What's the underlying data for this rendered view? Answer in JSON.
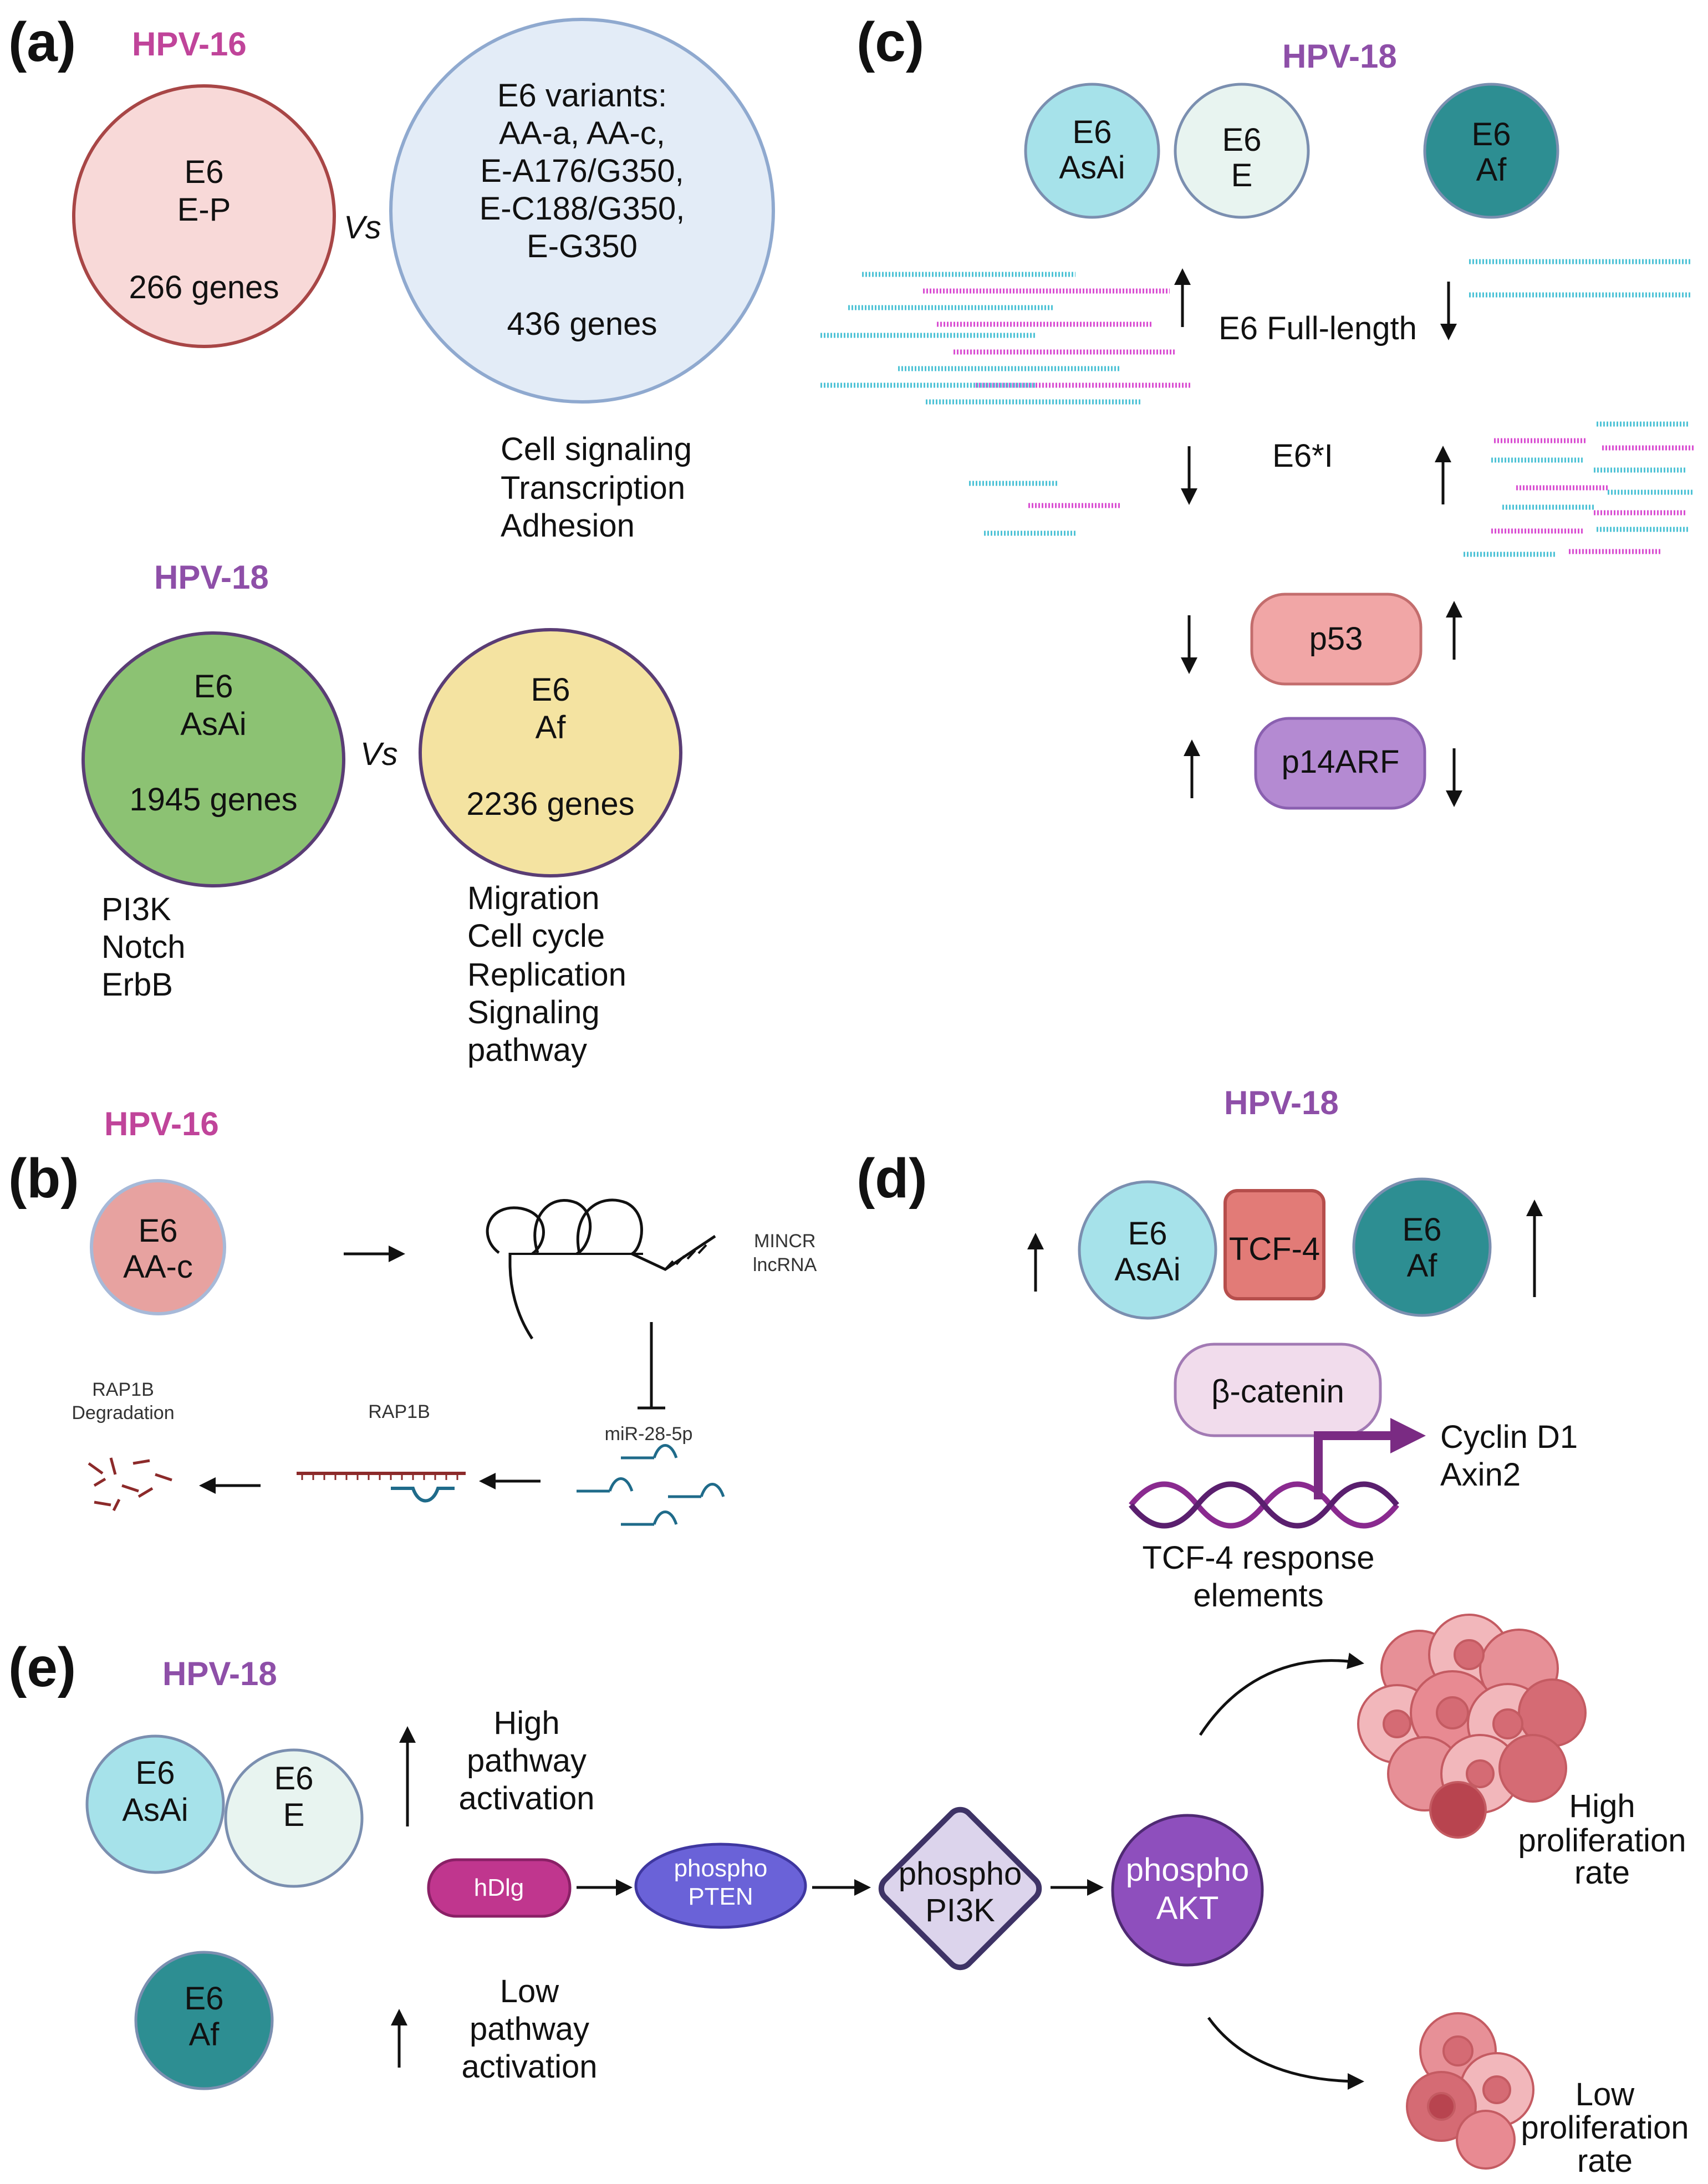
{
  "panels": {
    "a": {
      "label": "(a)",
      "hpv16": "HPV-16",
      "circle_ep": {
        "line1": "E6",
        "line2": "E-P",
        "genes": "266 genes"
      },
      "vs1": "Vs",
      "circle_variants": {
        "lines": [
          "E6 variants:",
          "AA-a, AA-c,",
          "E-A176/G350,",
          "E-C188/G350,",
          "E-G350"
        ],
        "genes": "436 genes"
      },
      "variants_terms": [
        "Cell signaling",
        "Transcription",
        "Adhesion"
      ],
      "hpv18": "HPV-18",
      "circle_asai": {
        "line1": "E6",
        "line2": "AsAi",
        "genes": "1945 genes"
      },
      "vs2": "Vs",
      "circle_af": {
        "line1": "E6",
        "line2": "Af",
        "genes": "2236 genes"
      },
      "asai_terms": [
        "PI3K",
        "Notch",
        "ErbB"
      ],
      "af_terms": [
        "Migration",
        "Cell cycle",
        "Replication",
        "Signaling",
        "pathway"
      ]
    },
    "b": {
      "label": "(b)",
      "hpv16": "HPV-16",
      "circle": {
        "line1": "E6",
        "line2": "AA-c"
      },
      "mincr": [
        "MINCR",
        "lncRNA"
      ],
      "mir": "miR-28-5p",
      "rap1b": "RAP1B",
      "degradation": [
        "RAP1B",
        "Degradation"
      ]
    },
    "c": {
      "label": "(c)",
      "hpv18": "HPV-18",
      "circles": [
        {
          "line1": "E6",
          "line2": "AsAi"
        },
        {
          "line1": "E6",
          "line2": "E"
        },
        {
          "line1": "E6",
          "line2": "Af"
        }
      ],
      "full_length": "E6 Full-length",
      "e6i": "E6*I",
      "p53": "p53",
      "p14arf": "p14ARF"
    },
    "d": {
      "label": "(d)",
      "hpv18": "HPV-18",
      "asai": {
        "line1": "E6",
        "line2": "AsAi"
      },
      "tcf4": "TCF-4",
      "af": {
        "line1": "E6",
        "line2": "Af"
      },
      "beta_catenin": "β-catenin",
      "targets": [
        "Cyclin D1",
        "Axin2"
      ],
      "response": [
        "TCF-4 response",
        "elements"
      ]
    },
    "e": {
      "label": "(e)",
      "hpv18": "HPV-18",
      "asai": {
        "line1": "E6",
        "line2": "AsAi"
      },
      "e": {
        "line1": "E6",
        "line2": "E"
      },
      "af": {
        "line1": "E6",
        "line2": "Af"
      },
      "high_activation": [
        "High",
        "pathway",
        "activation"
      ],
      "low_activation": [
        "Low",
        "pathway",
        "activation"
      ],
      "hdlg": "hDlg",
      "pten": [
        "phospho",
        "PTEN"
      ],
      "pi3k": [
        "phospho",
        "PI3K"
      ],
      "akt": [
        "phospho",
        "AKT"
      ],
      "high_prolif": [
        "High",
        "proliferation",
        "rate"
      ],
      "low_prolif": [
        "Low",
        "proliferation",
        "rate"
      ]
    }
  },
  "colors": {
    "hpv16": "#c0449a",
    "hpv18": "#8e4fa8",
    "ep_fill": "#f8d9d8",
    "ep_stroke": "#a84646",
    "variants_fill": "#e3ecf7",
    "variants_stroke": "#8fa9cf",
    "asai_green": "#8cc273",
    "af_yellow": "#f4e3a1",
    "light_cyan": "#a6e2ea",
    "pale": "#e8f4f0",
    "teal": "#2d8e92",
    "p53": "#f1a6a6",
    "p14arf": "#b48ad2",
    "tcf4": "#e27b77",
    "beta": "#f1dcec",
    "hdlg": "#c0368e",
    "pten": "#6a62d8",
    "pi3k": "#dcd4ec",
    "akt": "#8e4fbd",
    "cells": "#e27b7f"
  }
}
